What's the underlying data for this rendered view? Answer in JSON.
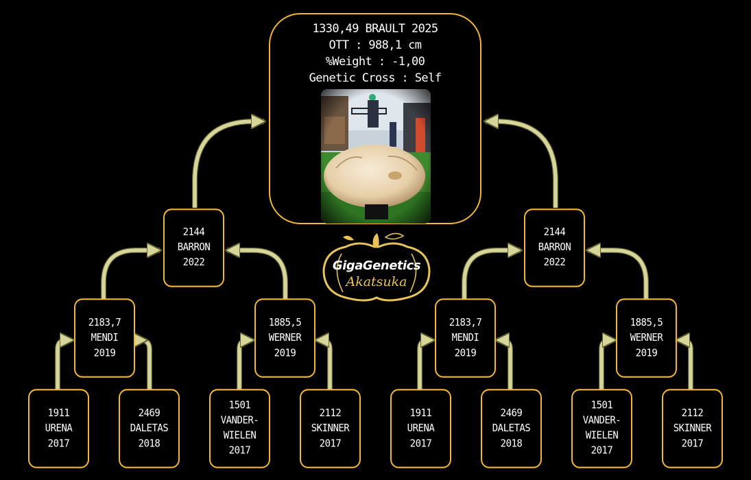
{
  "root": {
    "line1": "1330,49 BRAULT 2025",
    "line2": "OTT : 988,1 cm",
    "line3": "%Weight : -1,00",
    "line4": "Genetic Cross : Self"
  },
  "logo": {
    "brand": "GigaGenetics",
    "sub": "Akatsuka"
  },
  "nodes": {
    "l1_left": [
      "2144",
      "BARRON",
      "2022"
    ],
    "l1_right": [
      "2144",
      "BARRON",
      "2022"
    ],
    "l2_a": [
      "2183,7",
      "MENDI",
      "2019"
    ],
    "l2_b": [
      "1885,5",
      "WERNER",
      "2019"
    ],
    "l2_c": [
      "2183,7",
      "MENDI",
      "2019"
    ],
    "l2_d": [
      "1885,5",
      "WERNER",
      "2019"
    ],
    "l3_a": [
      "1911",
      "URENA",
      "2017"
    ],
    "l3_b": [
      "2469",
      "DALETAS",
      "2018"
    ],
    "l3_c": [
      "1501",
      "VANDER-",
      "WIELEN",
      "2017"
    ],
    "l3_d": [
      "2112",
      "SKINNER",
      "2017"
    ],
    "l3_e": [
      "1911",
      "URENA",
      "2017"
    ],
    "l3_f": [
      "2469",
      "DALETAS",
      "2018"
    ],
    "l3_g": [
      "1501",
      "VANDER-",
      "WIELEN",
      "2017"
    ],
    "l3_h": [
      "2112",
      "SKINNER",
      "2017"
    ]
  },
  "colors": {
    "border": "#f2b733",
    "arrow_fill": "#d7d69a",
    "arrow_edge": "#5e5e2e",
    "background": "#000000"
  }
}
